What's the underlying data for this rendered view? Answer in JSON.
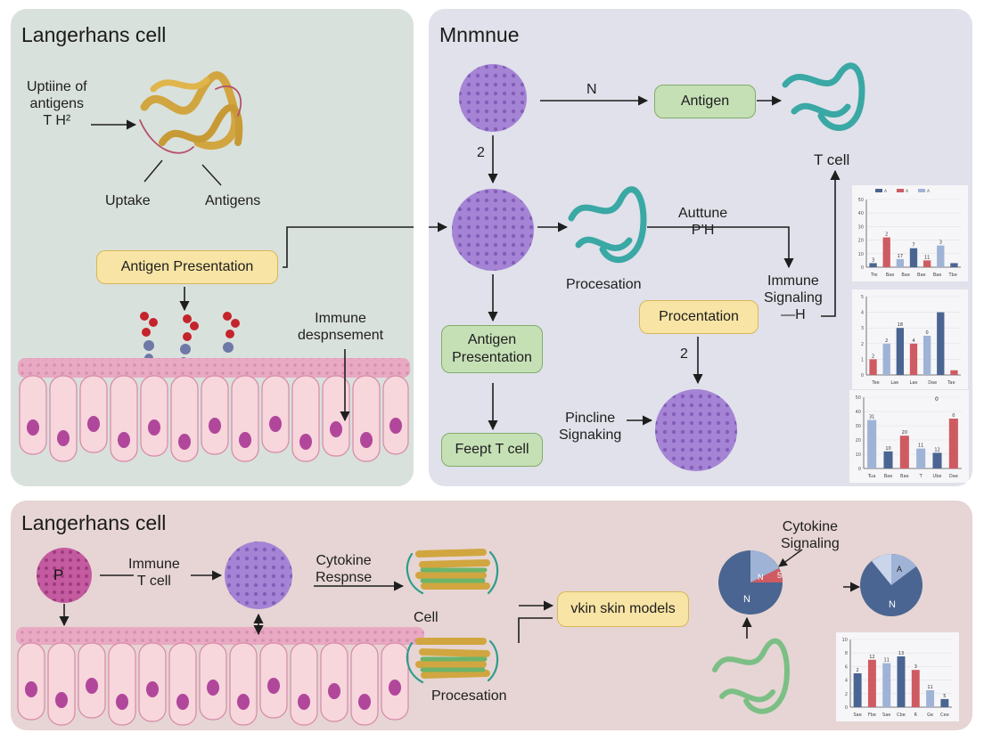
{
  "panels": {
    "top_left": {
      "title": "Langerhans cell",
      "uptake_label": "Uptiine of\nantigens\nT H²",
      "uptake": "Uptake",
      "antigens": "Antigens",
      "antigen_presentation": "Antigen Presentation",
      "immune_label": "Immune\ndespnsement"
    },
    "top_right": {
      "title": "Mnmnue",
      "arrow_n": "N",
      "antigen_box": "Antigen",
      "t_cell": "T cell",
      "step_2a": "2",
      "autune": "Auttune\nP’H",
      "procesation": "Procesation",
      "immune_signaling": "Immune\nSignaling\n—H",
      "procentation_box": "Procentation",
      "antigen_presentation_box": "Antigen\nPresentation",
      "step_2b": "2",
      "feept_box": "Feept T cell",
      "pincline": "Pincline\nSignaking"
    },
    "bottom": {
      "title": "Langerhans cell",
      "cell_p": "P",
      "immune_t_cell": "Immune\nT cell",
      "cytokine_response": "Cytokine\nRespnse",
      "cell": "Cell",
      "procesation": "Procesation",
      "skin_models_box": "vkin skin models",
      "cytokine_signaling": "Cytokine\nSignaling",
      "pie1_labels": [
        "N",
        "N",
        "5"
      ],
      "pie2_labels": [
        "N",
        "A"
      ]
    }
  },
  "colors": {
    "blue": "#4a6591",
    "red": "#cf5b62",
    "light_blue": "#9fb3d6",
    "purple_cell": "#9a77cc",
    "magenta_cell": "#b24a8e",
    "teal_protein": "#3aa8a4",
    "gold_protein": "#d1a640"
  },
  "chart_data": [
    {
      "type": "bar",
      "legend": [
        "A",
        "A",
        "A"
      ],
      "tick_labels": [
        "Tre",
        "Bae",
        "Bae",
        "Bae",
        "Bae",
        "Tbe"
      ],
      "value_labels": [
        "3",
        "2",
        "17",
        "7",
        "11",
        "3"
      ],
      "values": [
        3,
        22,
        6,
        14,
        5,
        16,
        3
      ],
      "ylim": [
        0,
        50
      ],
      "yticks": [
        "0",
        "10",
        "20",
        "30",
        "40",
        "50"
      ]
    },
    {
      "type": "bar",
      "tick_labels": [
        "Tee",
        "Lae",
        "Lae",
        "Dae",
        "Tae"
      ],
      "value_labels": [
        "2",
        "2",
        "18",
        "4",
        "0"
      ],
      "values": [
        1,
        2,
        3,
        2,
        2.5,
        4,
        0.3
      ],
      "ylim": [
        0,
        5
      ],
      "yticks": [
        "0",
        "1",
        "2",
        "3",
        "4",
        "5"
      ]
    },
    {
      "type": "bar",
      "tick_labels": [
        "Tua",
        "Bae",
        "Bae",
        "T",
        "Ube",
        "Dae"
      ],
      "value_labels": [
        "31",
        "10",
        "20",
        "11",
        "12",
        "0",
        "0"
      ],
      "values": [
        34,
        12,
        23,
        14,
        11,
        35
      ],
      "ylim": [
        0,
        50
      ],
      "yticks": [
        "0",
        "10",
        "20",
        "30",
        "40",
        "50"
      ]
    },
    {
      "type": "bar",
      "tick_labels": [
        "Sae",
        "Fbe",
        "Sae",
        "Cbe",
        "R",
        "Ge",
        "Cee"
      ],
      "value_labels": [
        "2",
        "12",
        "11",
        "13",
        "3",
        "11",
        "5"
      ],
      "values": [
        5,
        7,
        6.5,
        7.5,
        5.5,
        2.5,
        1.2
      ],
      "ylim": [
        0,
        10
      ],
      "yticks": [
        "0",
        "2",
        "4",
        "6",
        "8",
        "10"
      ]
    }
  ]
}
